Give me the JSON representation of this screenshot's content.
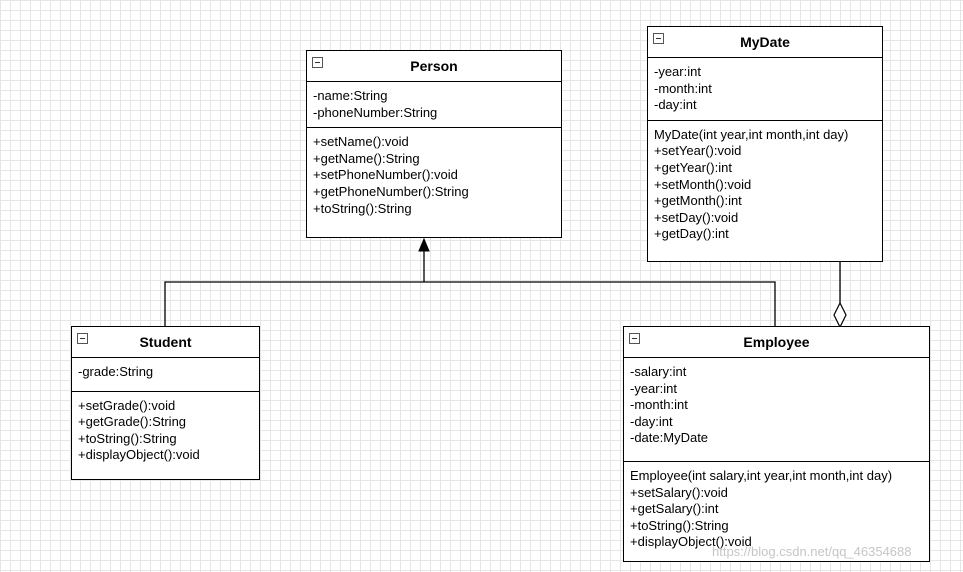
{
  "classes": {
    "person": {
      "name": "Person",
      "attributes": [
        "-name:String",
        "-phoneNumber:String"
      ],
      "methods": [
        "+setName():void",
        "+getName():String",
        "+setPhoneNumber():void",
        "+getPhoneNumber():String",
        "+toString():String"
      ]
    },
    "mydate": {
      "name": "MyDate",
      "attributes": [
        "-year:int",
        "-month:int",
        "-day:int"
      ],
      "methods": [
        "MyDate(int year,int month,int day)",
        "+setYear():void",
        "+getYear():int",
        "+setMonth():void",
        "+getMonth():int",
        "+setDay():void",
        "+getDay():int"
      ]
    },
    "student": {
      "name": "Student",
      "attributes": [
        "-grade:String"
      ],
      "methods": [
        "+setGrade():void",
        "+getGrade():String",
        "+toString():String",
        "+displayObject():void"
      ]
    },
    "employee": {
      "name": "Employee",
      "attributes": [
        "-salary:int",
        "-year:int",
        "-month:int",
        "-day:int",
        "-date:MyDate"
      ],
      "methods": [
        "Employee(int salary,int year,int month,int day)",
        "+setSalary():void",
        "+getSalary():int",
        "+toString():String",
        "+displayObject():void"
      ]
    }
  },
  "watermark": "https://blog.csdn.net/qq_46354688"
}
